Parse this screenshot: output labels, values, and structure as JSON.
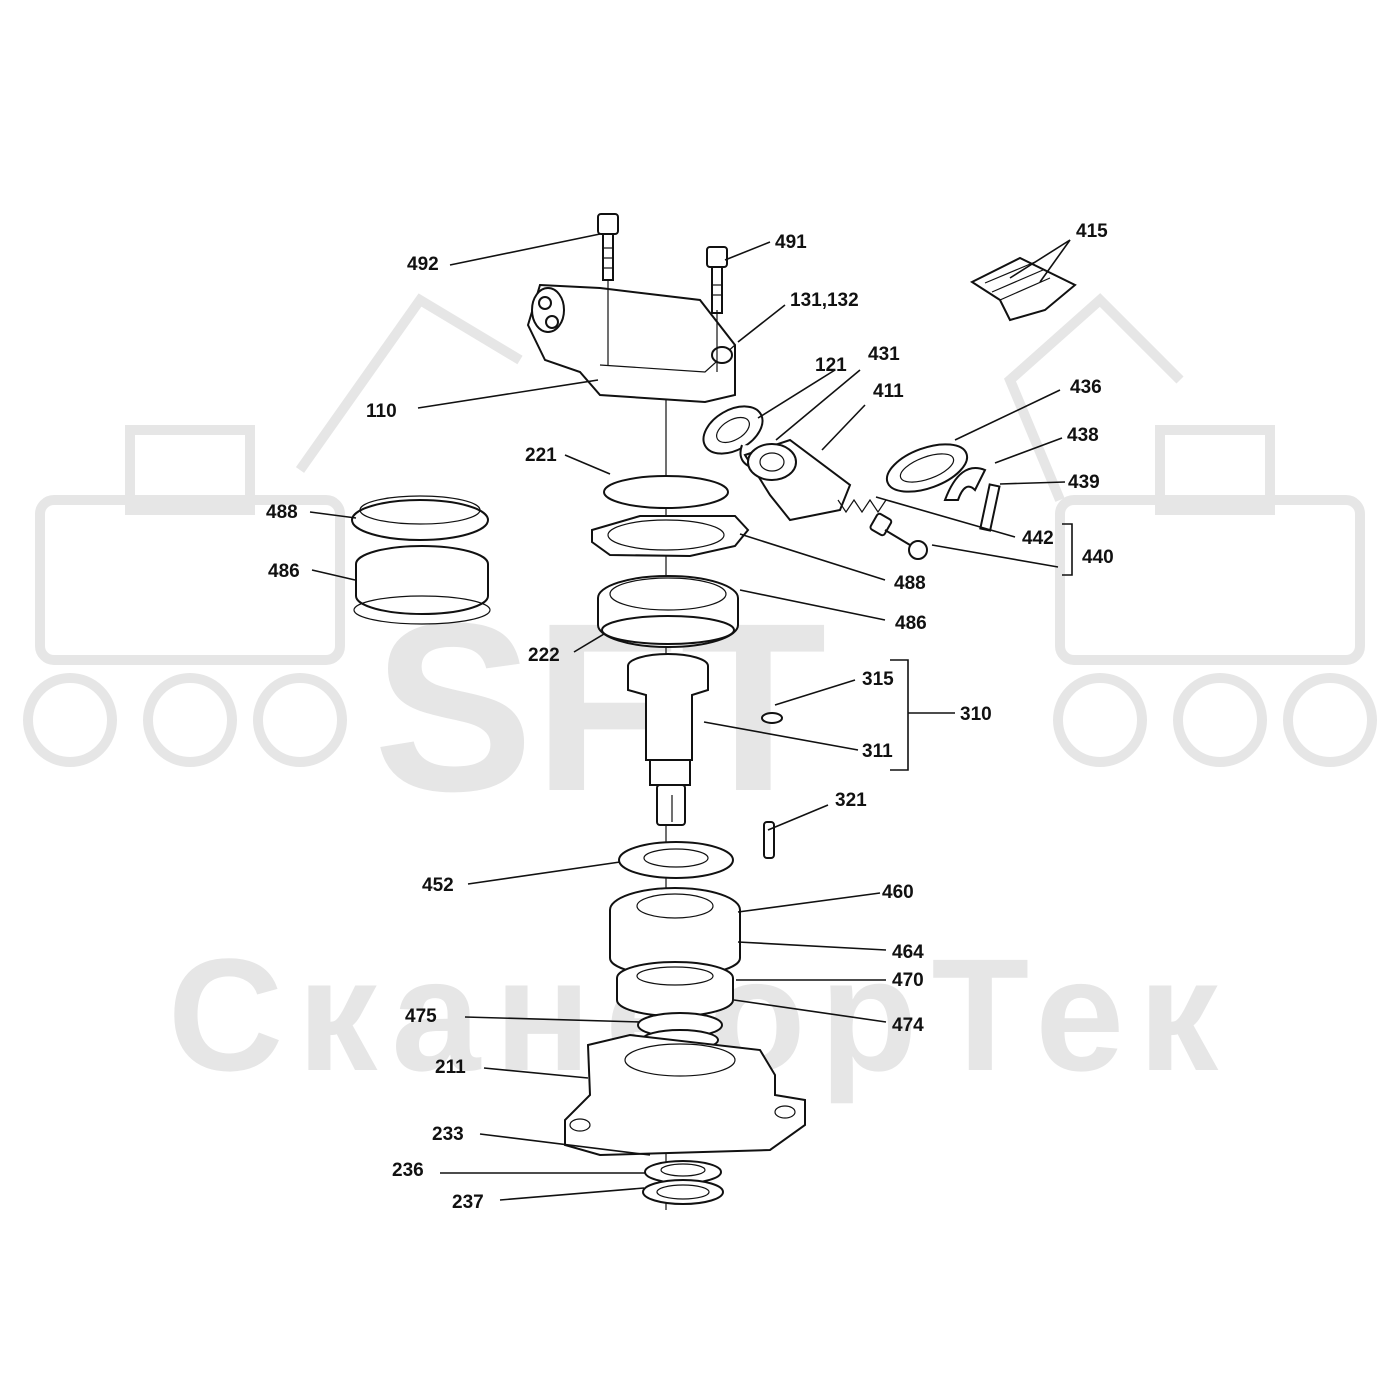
{
  "watermark": {
    "logo": "SFT",
    "company": "СканеорТек"
  },
  "labels": {
    "l492": "492",
    "l491": "491",
    "l131": "131,132",
    "l415": "415",
    "l110": "110",
    "l121": "121",
    "l431": "431",
    "l411": "411",
    "l436": "436",
    "l438": "438",
    "l439": "439",
    "l442": "442",
    "l440": "440",
    "l221": "221",
    "l488a": "488",
    "l486a": "486",
    "l488b": "488",
    "l486b": "486",
    "l222": "222",
    "l315": "315",
    "l310": "310",
    "l311": "311",
    "l321": "321",
    "l452": "452",
    "l460": "460",
    "l464": "464",
    "l470": "470",
    "l475": "475",
    "l474": "474",
    "l211": "211",
    "l233": "233",
    "l236": "236",
    "l237": "237"
  }
}
